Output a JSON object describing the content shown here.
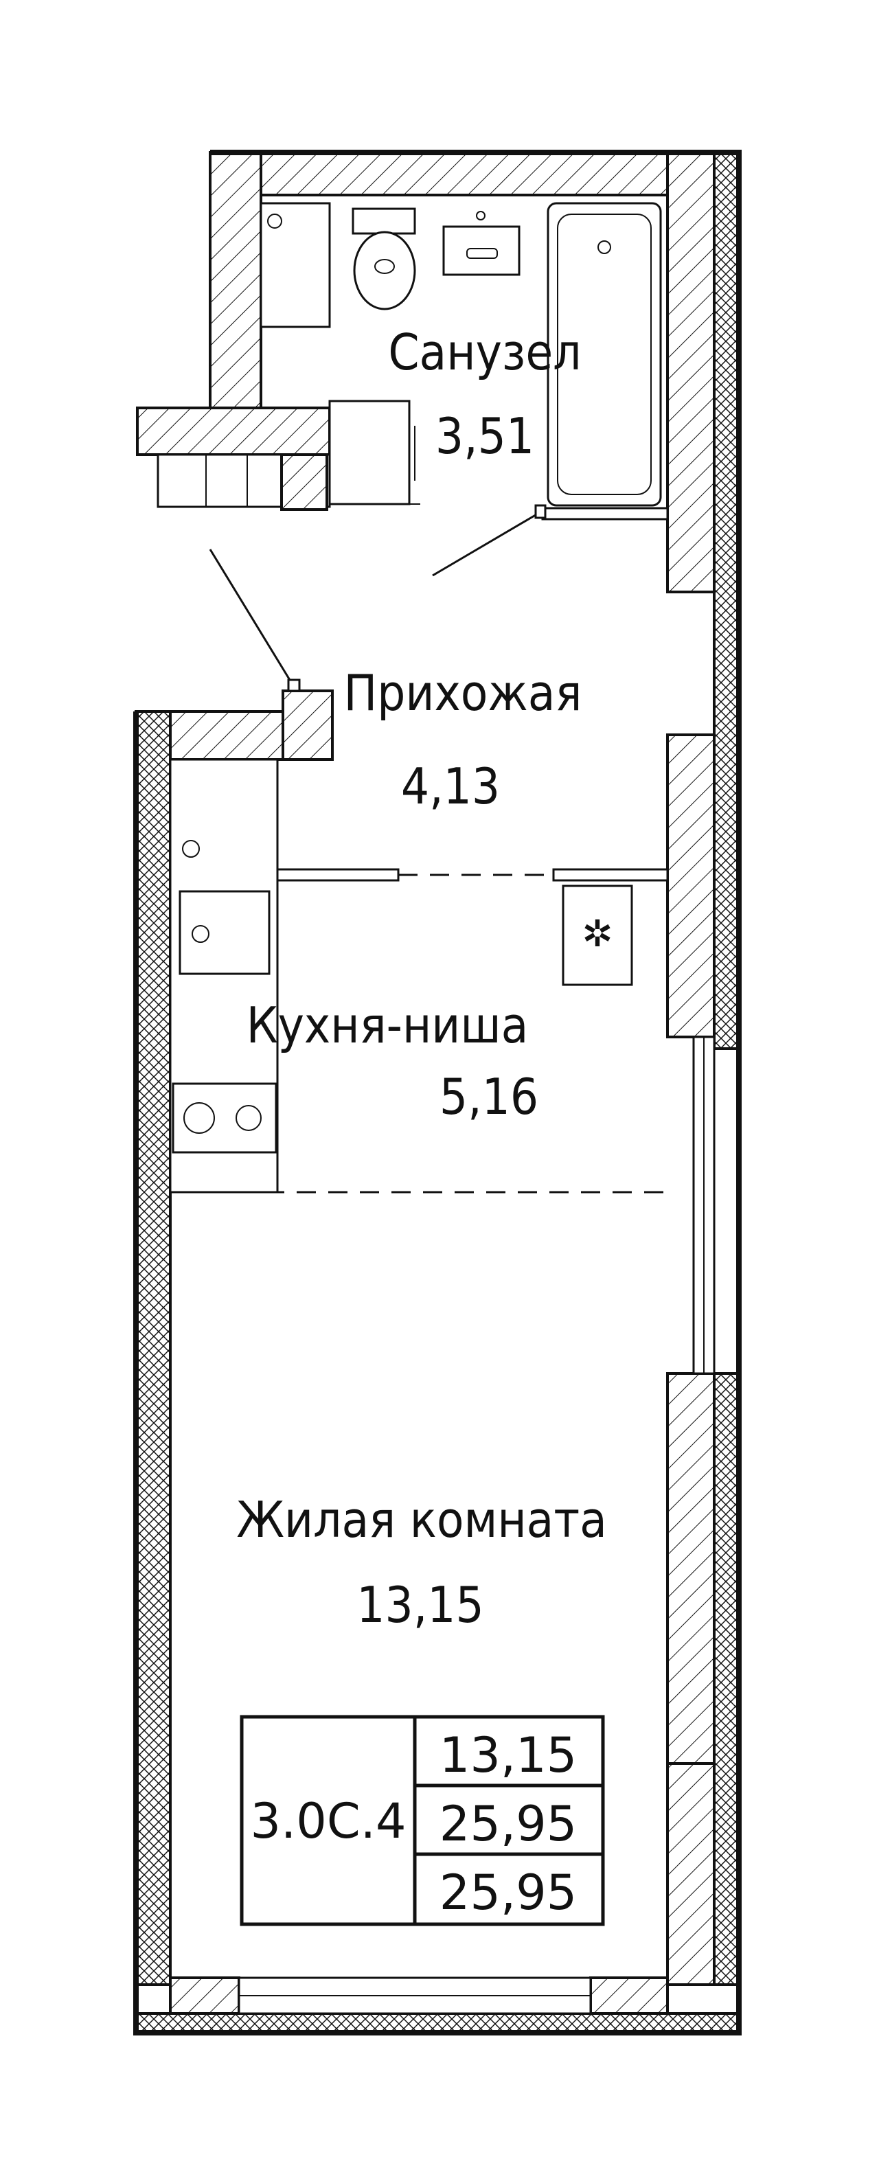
{
  "rooms": [
    {
      "name": "Санузел",
      "area": "3,51"
    },
    {
      "name": "Прихожая",
      "area": "4,13"
    },
    {
      "name": "Кухня-ниша",
      "area": "5,16"
    },
    {
      "name": "Жилая комната",
      "area": "13,15"
    }
  ],
  "summary_table": {
    "apartment_code": "3.0С.4",
    "living_area": "13,15",
    "total_area": "25,95",
    "total_area_with_balcony": "25,95"
  }
}
